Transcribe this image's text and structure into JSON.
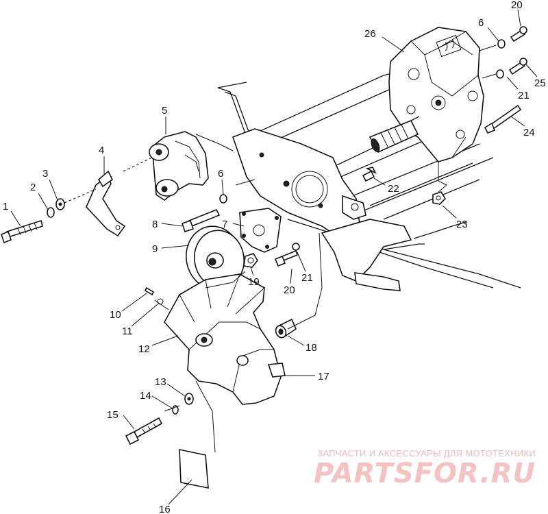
{
  "callouts": [
    "1",
    "2",
    "3",
    "4",
    "5",
    "6",
    "6",
    "7",
    "8",
    "9",
    "10",
    "11",
    "12",
    "13",
    "14",
    "15",
    "16",
    "17",
    "18",
    "19",
    "20",
    "20",
    "21",
    "21",
    "22",
    "23",
    "24",
    "25",
    "26"
  ],
  "watermark": {
    "subtitle": "ЗАПЧАСТИ И АКСЕССУАРЫ ДЛЯ МОТОТЕХНИКИ",
    "logo": "PARTSFOR.RU"
  }
}
